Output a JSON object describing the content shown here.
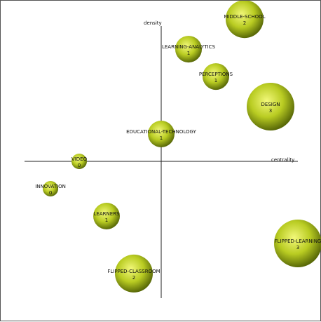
{
  "chart_data": {
    "type": "scatter",
    "x_axis_label": "centrality",
    "y_axis_label": "density",
    "colors": {
      "bubble_highlight": "#f2f87a",
      "bubble_mid": "#b9cc22",
      "bubble_edge": "#5a6a08",
      "axis": "#222222"
    },
    "bubbles": [
      {
        "label": "MIDDLE-SCHOOL",
        "count": "2",
        "centrality": 0.305,
        "density": 0.52,
        "size": 2
      },
      {
        "label": "LEARNING-ANALYTICS",
        "count": "1",
        "centrality": 0.1,
        "density": 0.41,
        "size": 1
      },
      {
        "label": "PERCEPTIONS",
        "count": "1",
        "centrality": 0.2,
        "density": 0.31,
        "size": 1
      },
      {
        "label": "DESIGN",
        "count": "3",
        "centrality": 0.4,
        "density": 0.2,
        "size": 3
      },
      {
        "label": "EDUCATIONAL-TECHNOLOGY",
        "count": "1",
        "centrality": 0.0,
        "density": 0.1,
        "size": 1
      },
      {
        "label": "VIDEO",
        "count": "0",
        "centrality": -0.3,
        "density": 0.0,
        "size": 0
      },
      {
        "label": "INNOVATION",
        "count": "0",
        "centrality": -0.405,
        "density": -0.1,
        "size": 0
      },
      {
        "label": "LEARNERS",
        "count": "1",
        "centrality": -0.2,
        "density": -0.2,
        "size": 1
      },
      {
        "label": "FLIPPED-LEARNING",
        "count": "3",
        "centrality": 0.5,
        "density": -0.3,
        "size": 3
      },
      {
        "label": "FLIPPED-CLASSROOM",
        "count": "2",
        "centrality": -0.1,
        "density": -0.41,
        "size": 2
      }
    ]
  }
}
